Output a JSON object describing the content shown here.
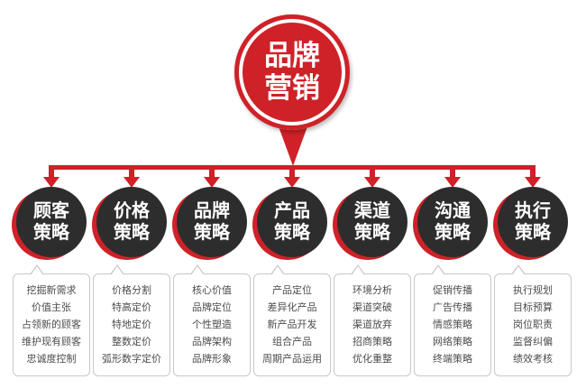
{
  "colors": {
    "red": "#cf2128",
    "dark_circle": "#2d2d2d",
    "bubble_border": "#c8c8c8"
  },
  "brand": {
    "label": "品牌\n营销"
  },
  "columns": [
    {
      "label": "顾客\n策略",
      "items": [
        "挖掘新需求",
        "价值主张",
        "占领新的顾客",
        "维护现有顾客",
        "忠诚度控制"
      ]
    },
    {
      "label": "价格\n策略",
      "items": [
        "价格分割",
        "特高定价",
        "特地定价",
        "整数定价",
        "弧形数字定价"
      ]
    },
    {
      "label": "品牌\n策略",
      "items": [
        "核心价值",
        "品牌定位",
        "个性塑造",
        "品牌架构",
        "品牌形象"
      ]
    },
    {
      "label": "产品\n策略",
      "items": [
        "产品定位",
        "差异化产品",
        "新产品开发",
        "组合产品",
        "周期产品运用"
      ]
    },
    {
      "label": "渠道\n策略",
      "items": [
        "环境分析",
        "渠道突破",
        "渠道放弃",
        "招商策略",
        "优化重整"
      ]
    },
    {
      "label": "沟通\n策略",
      "items": [
        "促销传播",
        "广告传播",
        "情感策略",
        "网络策略",
        "终端策略"
      ]
    },
    {
      "label": "执行\n策略",
      "items": [
        "执行规划",
        "目标预算",
        "岗位职责",
        "监督纠偏",
        "绩效考核"
      ]
    }
  ]
}
